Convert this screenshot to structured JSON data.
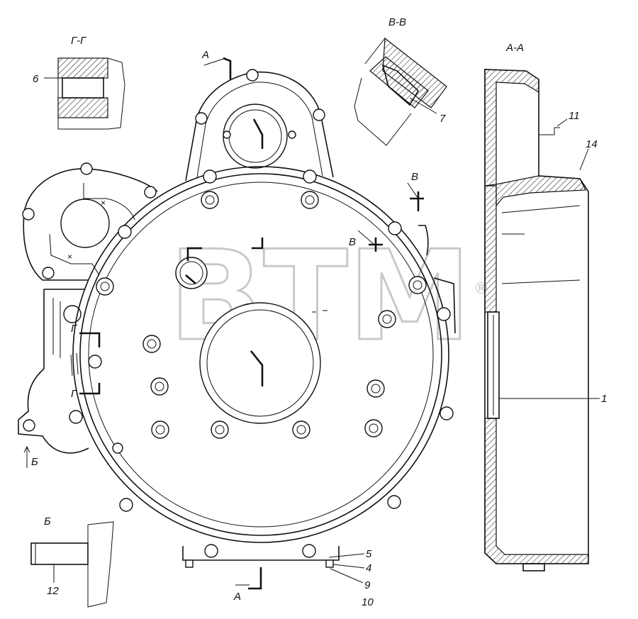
{
  "views": {
    "gg": "Г-Г",
    "vv": "В-В",
    "aa": "А-А",
    "b": "Б"
  },
  "section_marks": {
    "a_top": "А",
    "a_bottom": "А",
    "v_top": "В",
    "v_mid": "В",
    "g_top": "Г",
    "g_bottom": "Г",
    "b_arrow": "Б"
  },
  "callouts": {
    "n1": "1",
    "n4": "4",
    "n5": "5",
    "n6": "6",
    "n7": "7",
    "n9": "9",
    "n10": "10",
    "n11": "11",
    "n12": "12",
    "n14": "14"
  },
  "watermark": {
    "text": "BTM",
    "mark": "®"
  }
}
